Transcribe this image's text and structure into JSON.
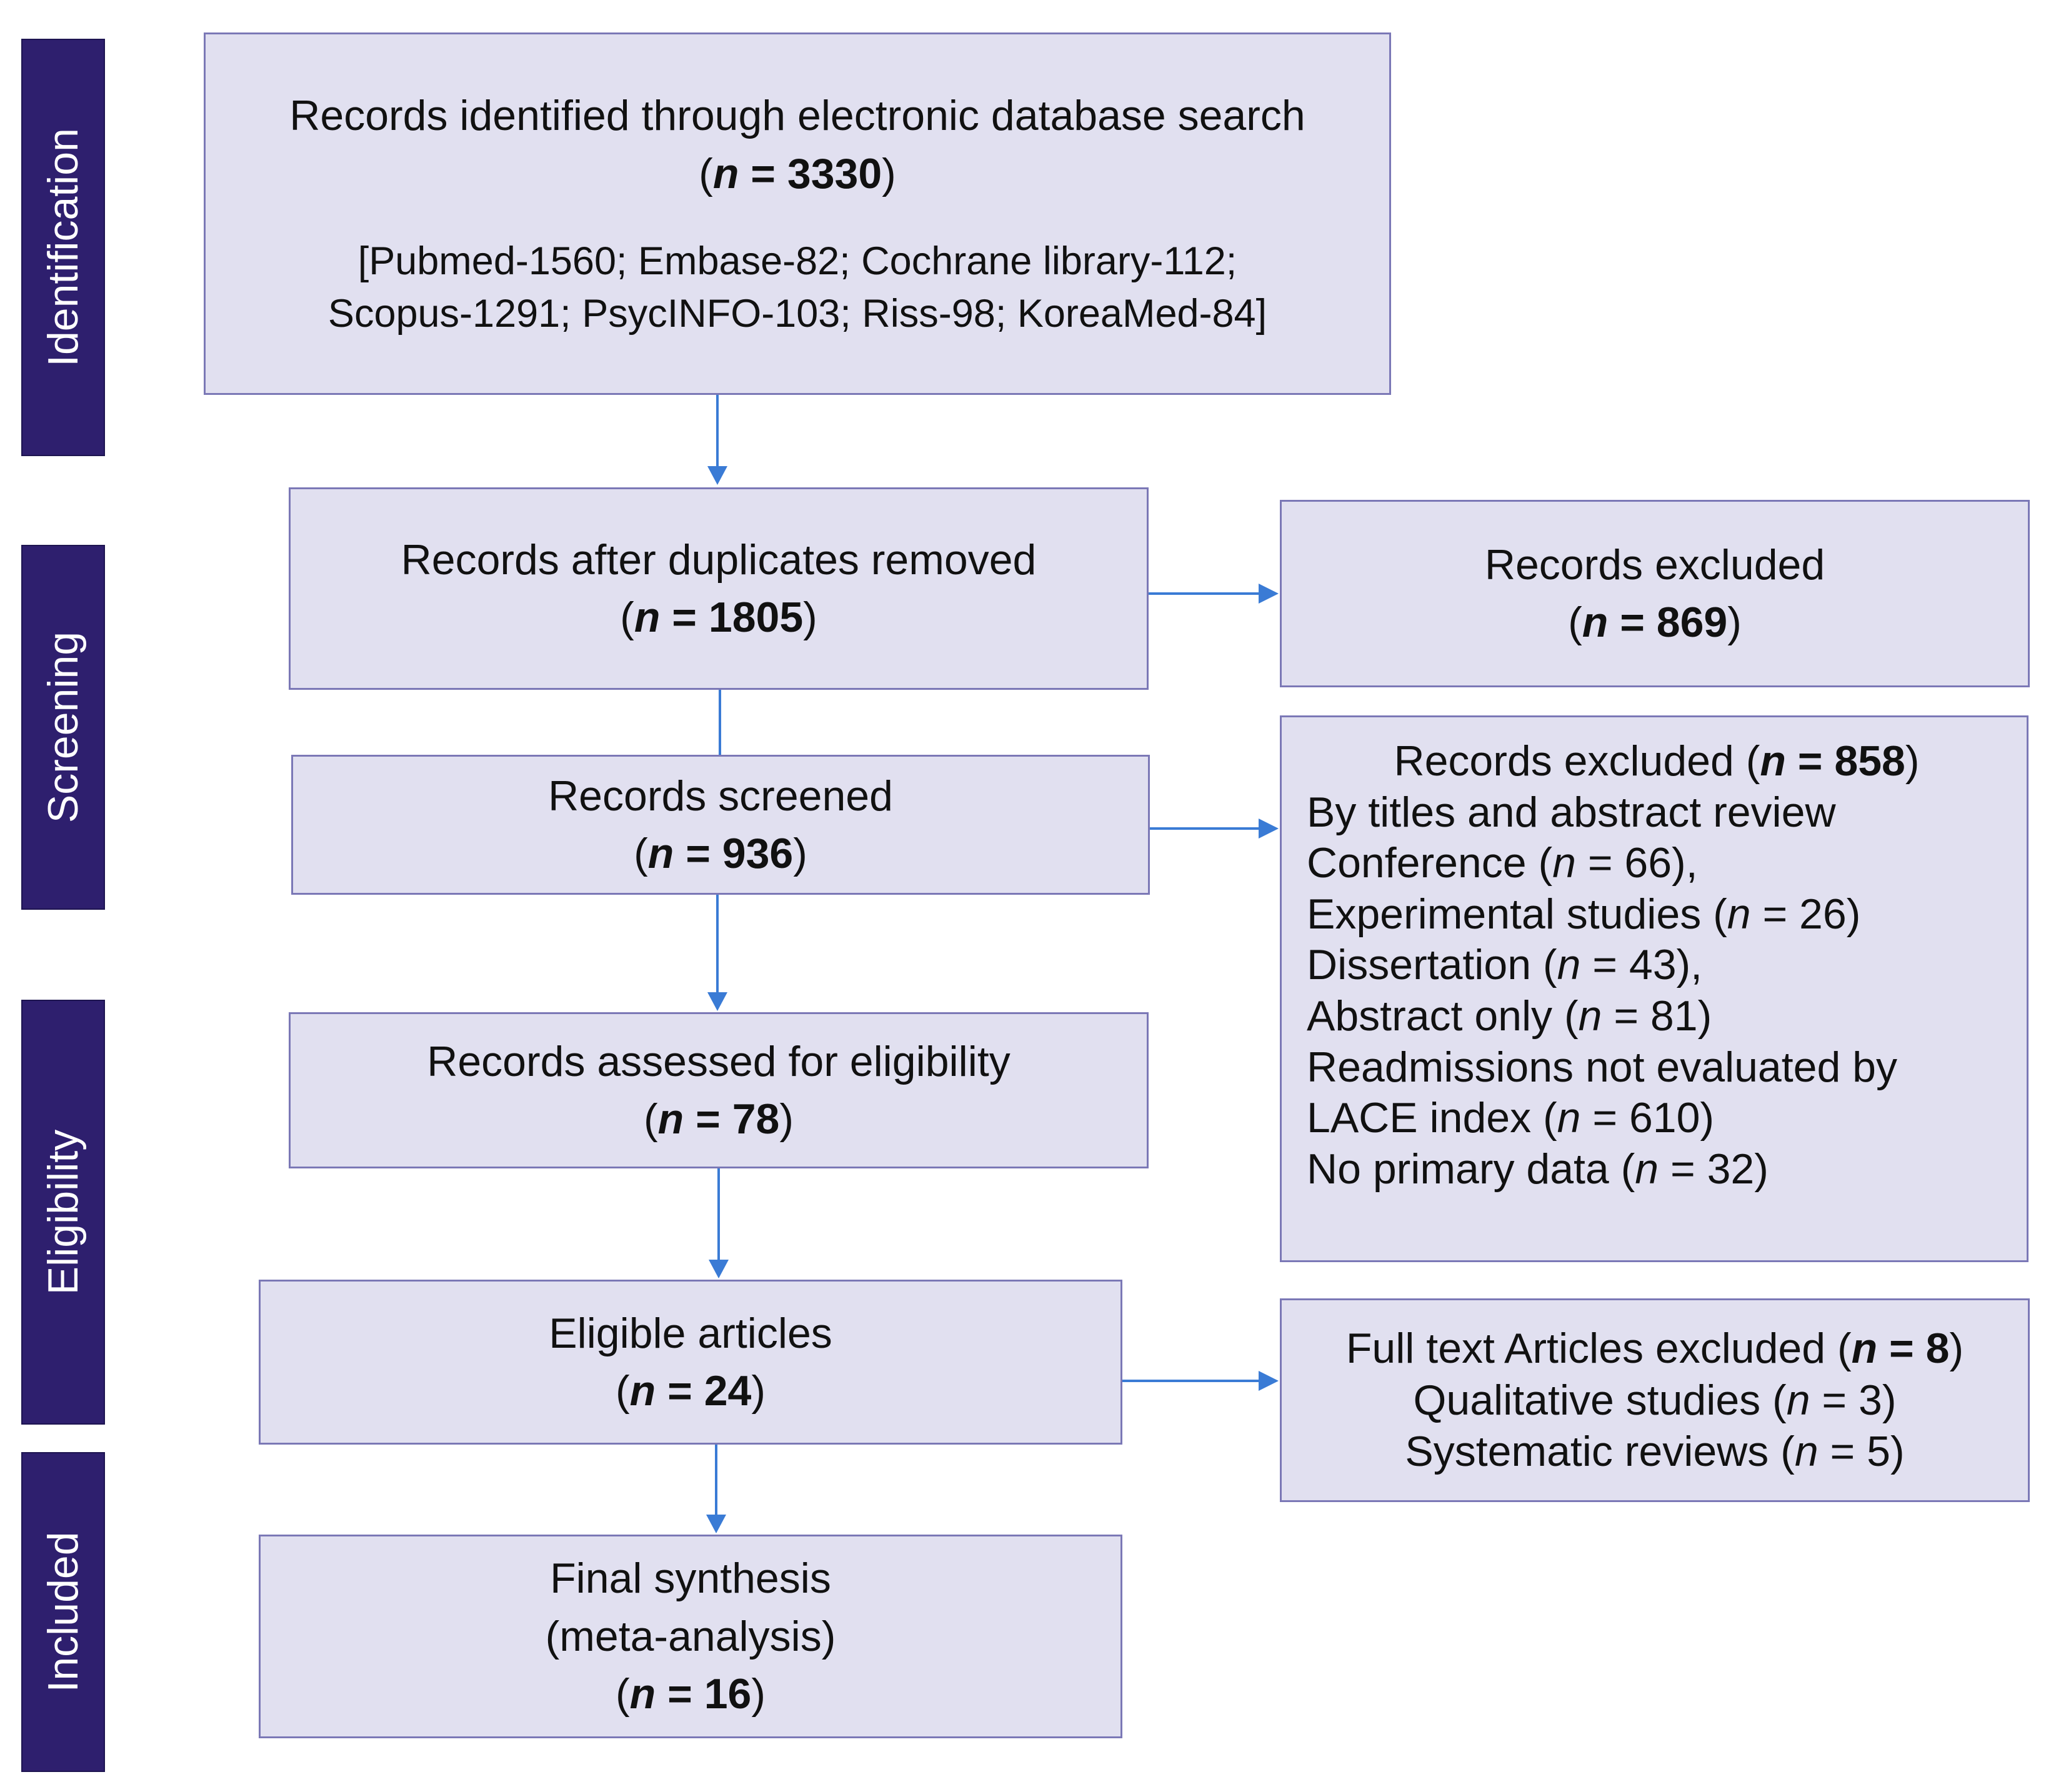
{
  "stages": {
    "identification": "Identification",
    "screening": "Screening",
    "eligibility": "Eligibility",
    "included": "Included"
  },
  "identified": {
    "title": "Records identified through electronic database search",
    "count_open": "(",
    "count_n": "n",
    "count_value": " = 3330",
    "count_close": ")",
    "sources_line1": "[Pubmed-1560; Embase-82; Cochrane library-112;",
    "sources_line2": "Scopus-1291; PsycINFO-103; Riss-98; KoreaMed-84]"
  },
  "dedup": {
    "title": "Records after duplicates removed",
    "count_value": " = 1805"
  },
  "excluded1": {
    "title": "Records  excluded",
    "count_value": " = 869"
  },
  "screened": {
    "title": "Records screened",
    "count_value": " = 936"
  },
  "excluded2": {
    "title": "Records  excluded (",
    "count_value": " = 858",
    "title_close": ")",
    "reason_header": "By titles and abstract review",
    "reasons": [
      {
        "label": "Conference (",
        "value": " = 66),"
      },
      {
        "label": "Experimental studies (",
        "value": " = 26)"
      },
      {
        "label": "Dissertation (",
        "value": " = 43),"
      },
      {
        "label": "Abstract only (",
        "value": " = 81)"
      },
      {
        "label": "Readmissions not evaluated by",
        "value": ""
      },
      {
        "label": "LACE index (",
        "value": " = 610)"
      },
      {
        "label": "No primary data (",
        "value": " = 32)"
      }
    ]
  },
  "assessed": {
    "title": "Records assessed for eligibility",
    "count_value": " = 78"
  },
  "eligible": {
    "title": "Eligible articles",
    "count_value": " = 24"
  },
  "excluded3": {
    "title": "Full text Articles excluded (",
    "count_value": " = 8",
    "title_close": ")",
    "reasons": [
      {
        "label": "Qualitative studies (",
        "value": " =  3)"
      },
      {
        "label": "Systematic reviews (",
        "value": " = 5)"
      }
    ]
  },
  "final": {
    "line1": "Final  synthesis",
    "line2": "(meta-analysis)",
    "count_value": " = 16"
  },
  "n_symbol": "n",
  "paren_open": "(",
  "paren_close": ")",
  "colors": {
    "stage_bg": "#2e1f6e",
    "box_bg": "#e1e0f0",
    "box_border": "#7b78b6",
    "arrow": "#3a7bd5"
  }
}
